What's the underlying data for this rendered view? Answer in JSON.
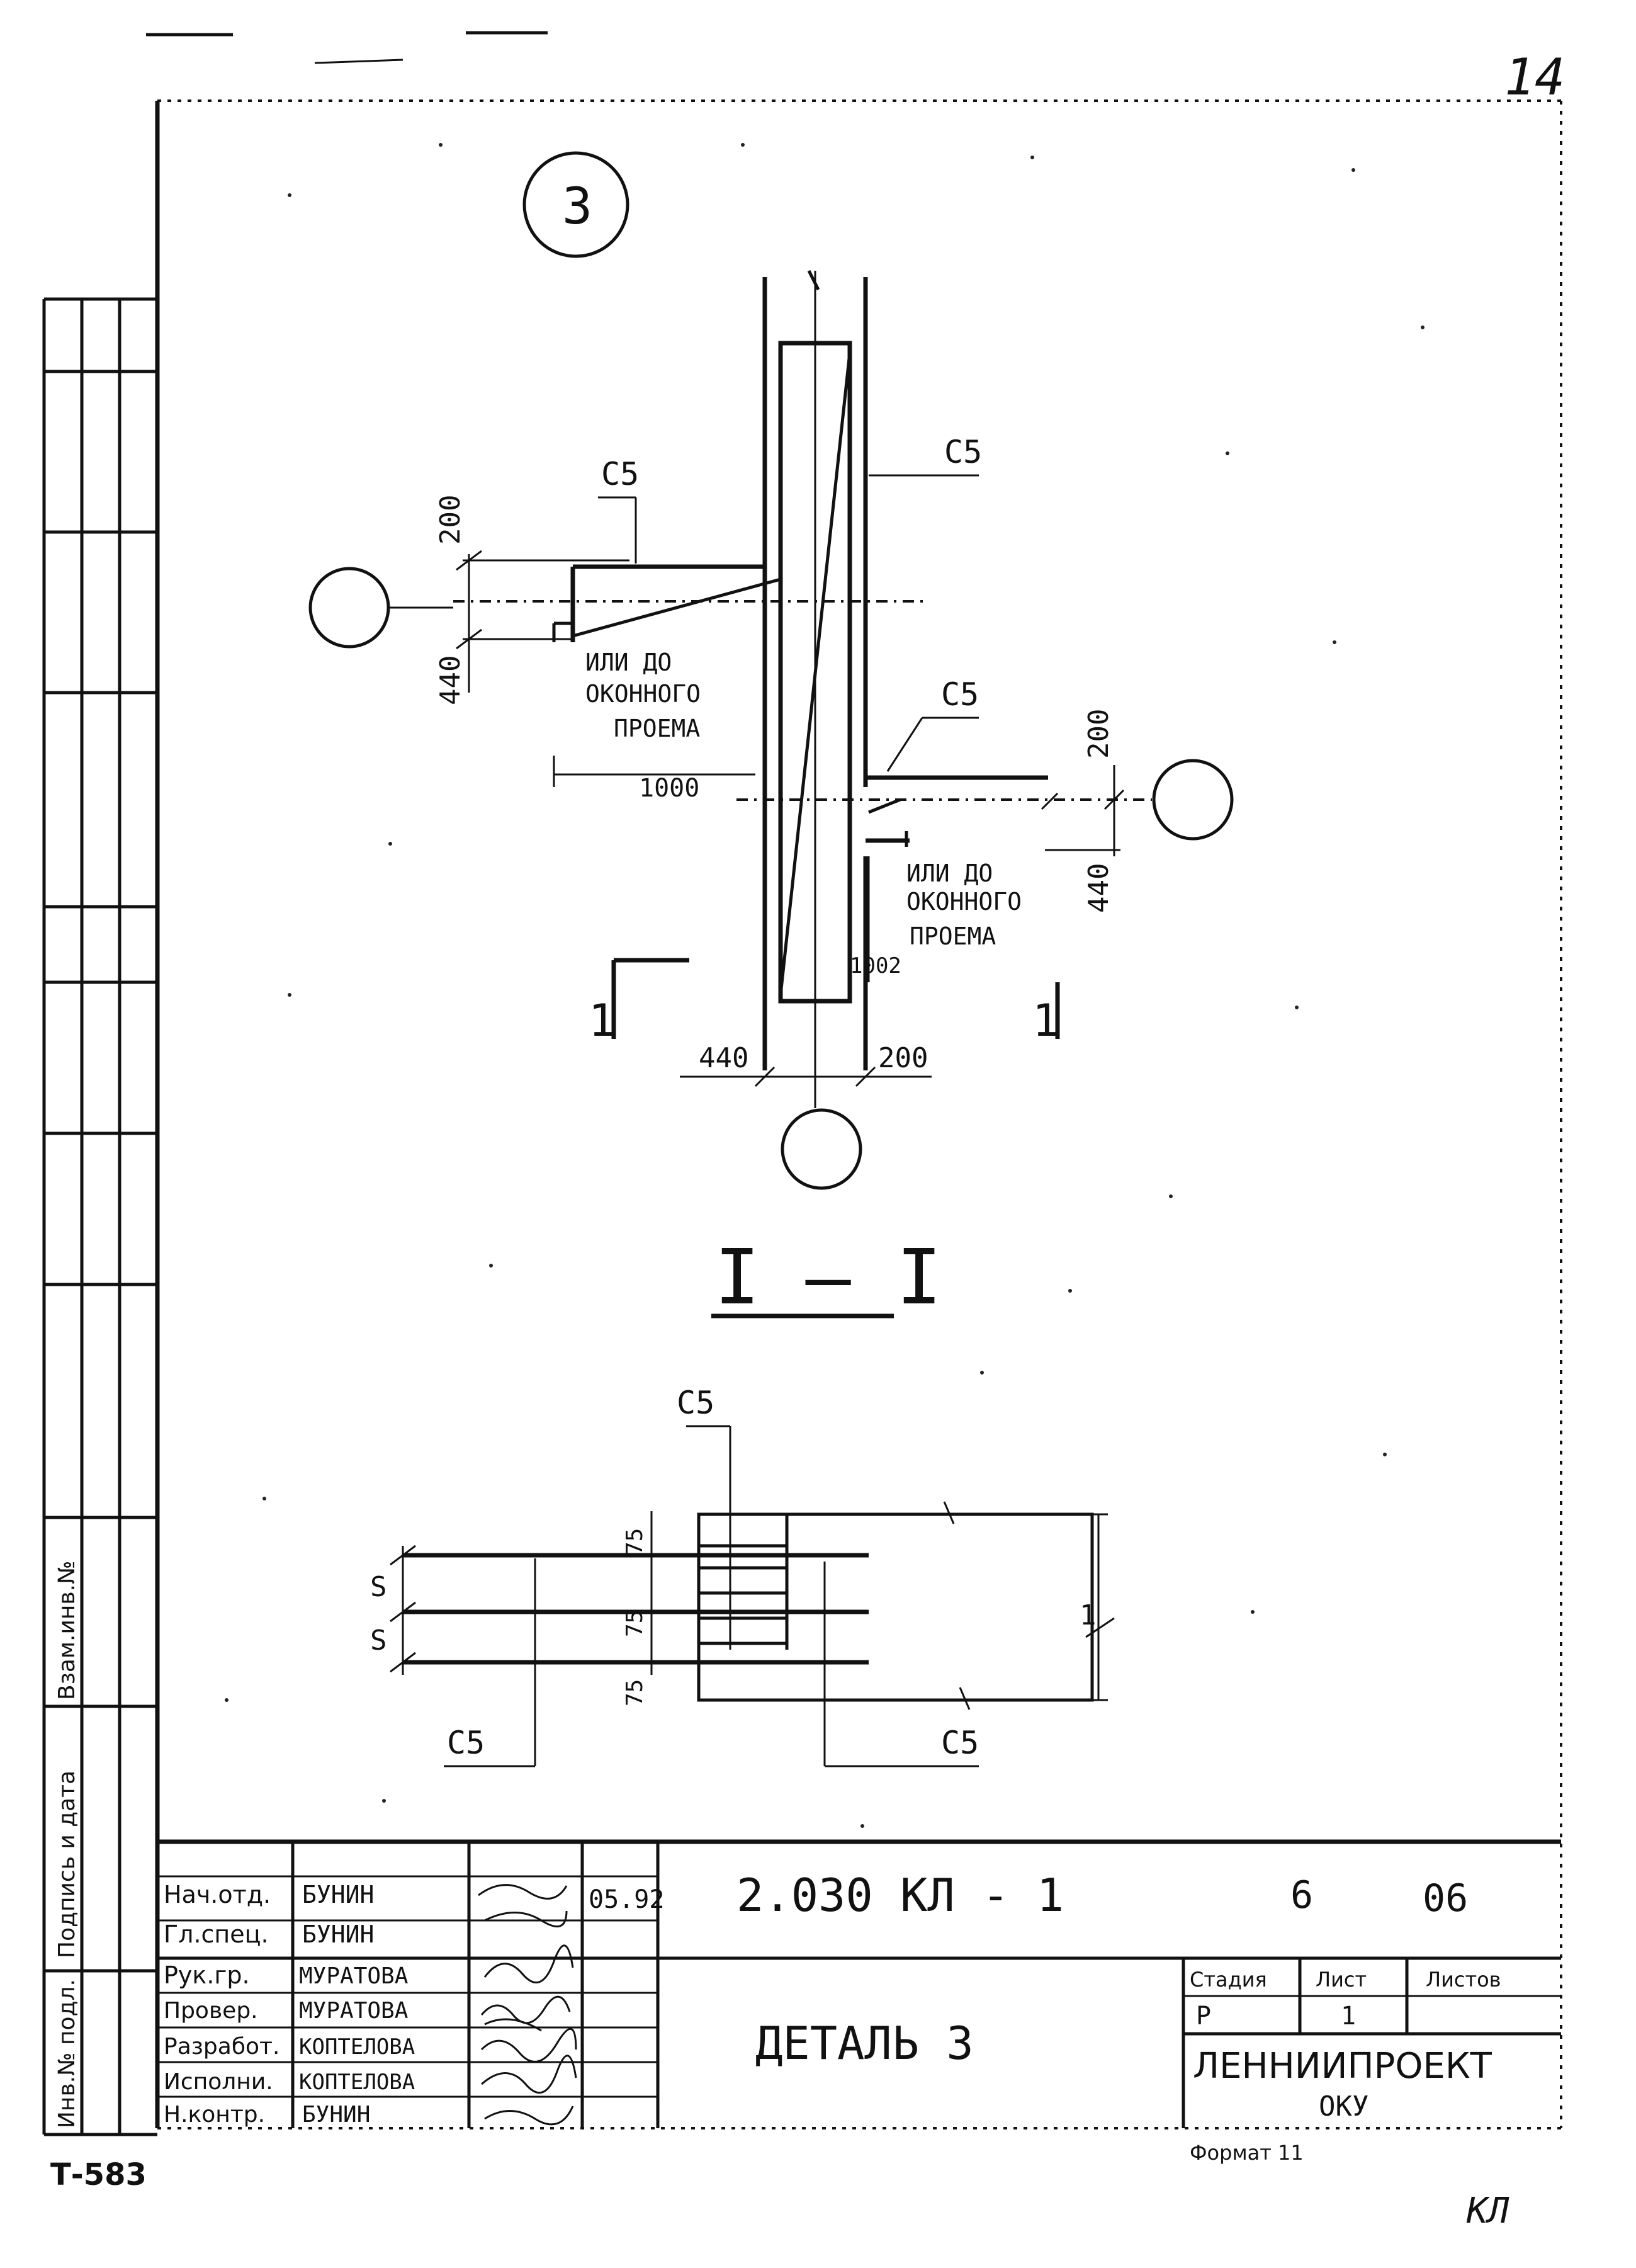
{
  "sheet_number": "14",
  "detail_circle": "3",
  "callouts": {
    "c5": "С5",
    "dim_200": "200",
    "dim_440": "440",
    "dim_1000": "1000",
    "dim_1002": "1002",
    "dim_75": "75",
    "dim_s": "S",
    "dim_1": "1",
    "note_window": [
      "ИЛИ ДО",
      "ОКОННОГО",
      "ПРОЕМА"
    ],
    "section_mark": "1",
    "section_title": "I — I"
  },
  "title_block": {
    "roles": [
      "Нач.отд.",
      "Гл.спец.",
      "Рук.гр.",
      "Провер.",
      "Разработ.",
      "Исполни.",
      "Н.контр."
    ],
    "names": [
      "БУНИН",
      "БУНИН",
      "МУРАТОВА",
      "МУРАТОВА",
      "КОПТЕЛОВА",
      "КОПТЕЛОВА",
      "БУНИН"
    ],
    "date": "05.92",
    "doc_code": "2.030   КЛ - 1",
    "issue": "6",
    "year_code": "06",
    "title": "ДЕТАЛЬ 3",
    "stage_header": "Стадия",
    "sheet_header": "Лист",
    "sheets_header": "Листов",
    "stage": "Р",
    "sheet": "1",
    "org": "ЛЕННИИПРОЕКТ",
    "org_sub": "ОКУ",
    "format": "Формат 11"
  },
  "side_stamp": {
    "inv": "Инв.№ подл.",
    "sign": "Подпись и дата",
    "vzam": "Взам.инв.№"
  },
  "bottom_left": "Т-583",
  "bottom_right": "КЛ"
}
